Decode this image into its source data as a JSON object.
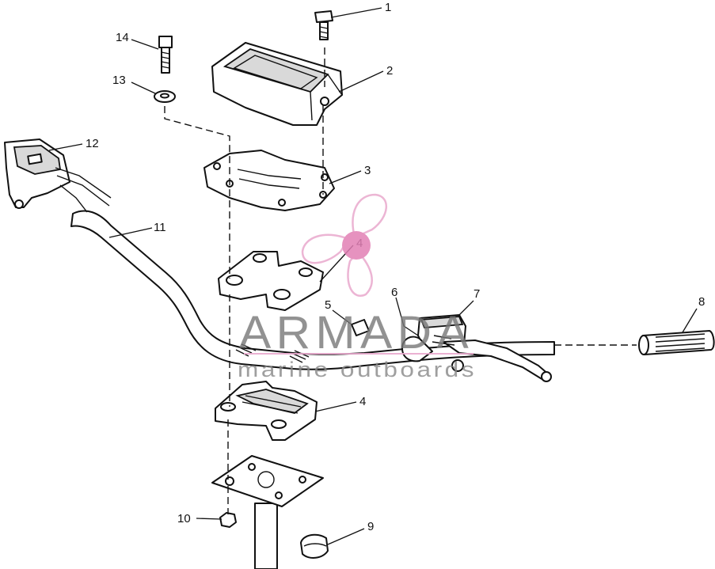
{
  "callouts": [
    {
      "id": "1",
      "text": "1"
    },
    {
      "id": "2",
      "text": "2"
    },
    {
      "id": "3",
      "text": "3"
    },
    {
      "id": "4a",
      "text": "4"
    },
    {
      "id": "4b",
      "text": "4"
    },
    {
      "id": "5",
      "text": "5"
    },
    {
      "id": "6",
      "text": "6"
    },
    {
      "id": "7",
      "text": "7"
    },
    {
      "id": "8",
      "text": "8"
    },
    {
      "id": "9",
      "text": "9"
    },
    {
      "id": "10",
      "text": "10"
    },
    {
      "id": "11",
      "text": "11"
    },
    {
      "id": "12",
      "text": "12"
    },
    {
      "id": "13",
      "text": "13"
    },
    {
      "id": "14",
      "text": "14"
    }
  ],
  "watermark": {
    "brand": "ARMADA",
    "tagline": "marine outboards",
    "colors": {
      "propeller": "#e9a9cd",
      "hub": "#e27fb5",
      "text": "#777777"
    }
  },
  "icons": {
    "logo": "propeller-logo-icon"
  }
}
